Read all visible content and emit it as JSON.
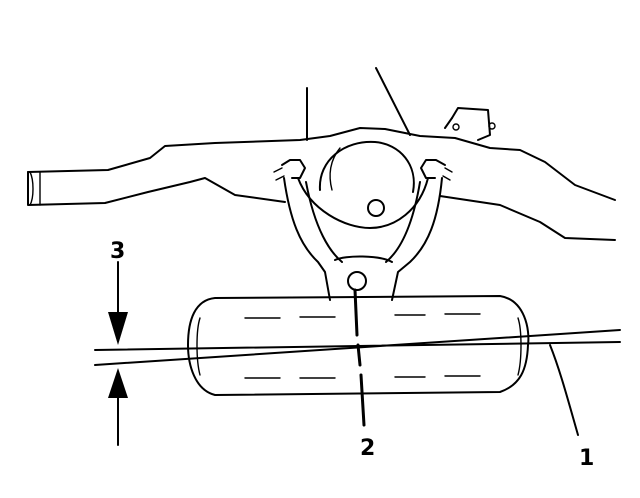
{
  "figure": {
    "background": "#ffffff",
    "ink": "#000000",
    "callouts": {
      "c1": "1",
      "c2": "2",
      "c3": "3"
    }
  }
}
